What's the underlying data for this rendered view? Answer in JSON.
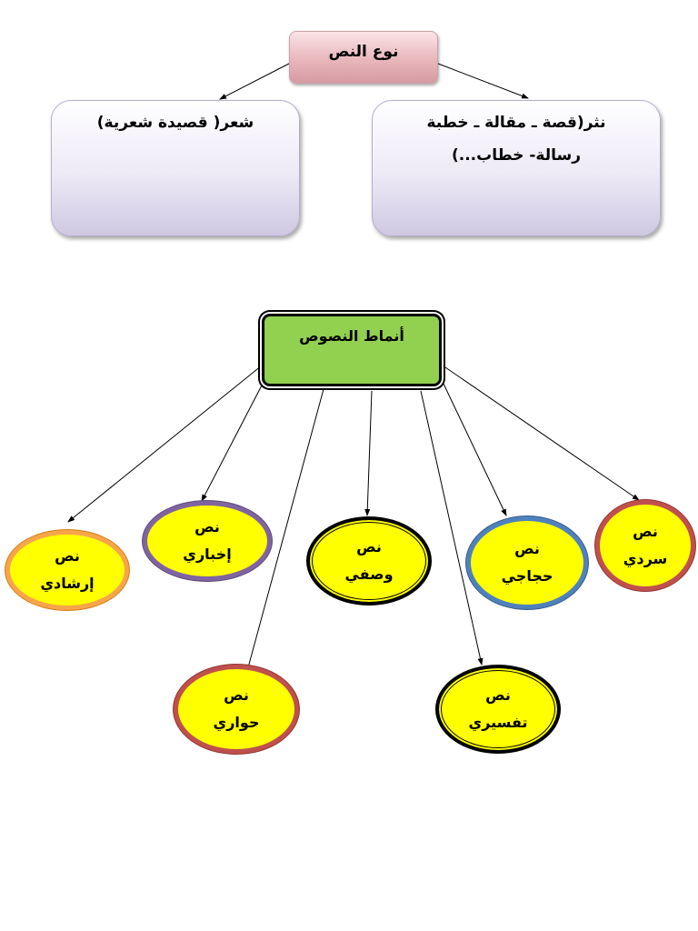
{
  "tree1": {
    "root": "نوع النص",
    "poetry": "شعر( قصيدة شعرية)",
    "prose_line1": "نثر(قصة ـ مقالة ـ خطبة",
    "prose_line2": "رسالة- خطاب...)"
  },
  "tree2": {
    "root": "أنماط النصوص",
    "nodes": [
      {
        "line1": "نص",
        "line2": "إرشادي"
      },
      {
        "line1": "نص",
        "line2": "إخباري"
      },
      {
        "line1": "نص",
        "line2": "وصفي"
      },
      {
        "line1": "نص",
        "line2": "حجاجي"
      },
      {
        "line1": "نص",
        "line2": "سردي"
      },
      {
        "line1": "نص",
        "line2": "حواري"
      },
      {
        "line1": "نص",
        "line2": "تفسيري"
      }
    ]
  }
}
